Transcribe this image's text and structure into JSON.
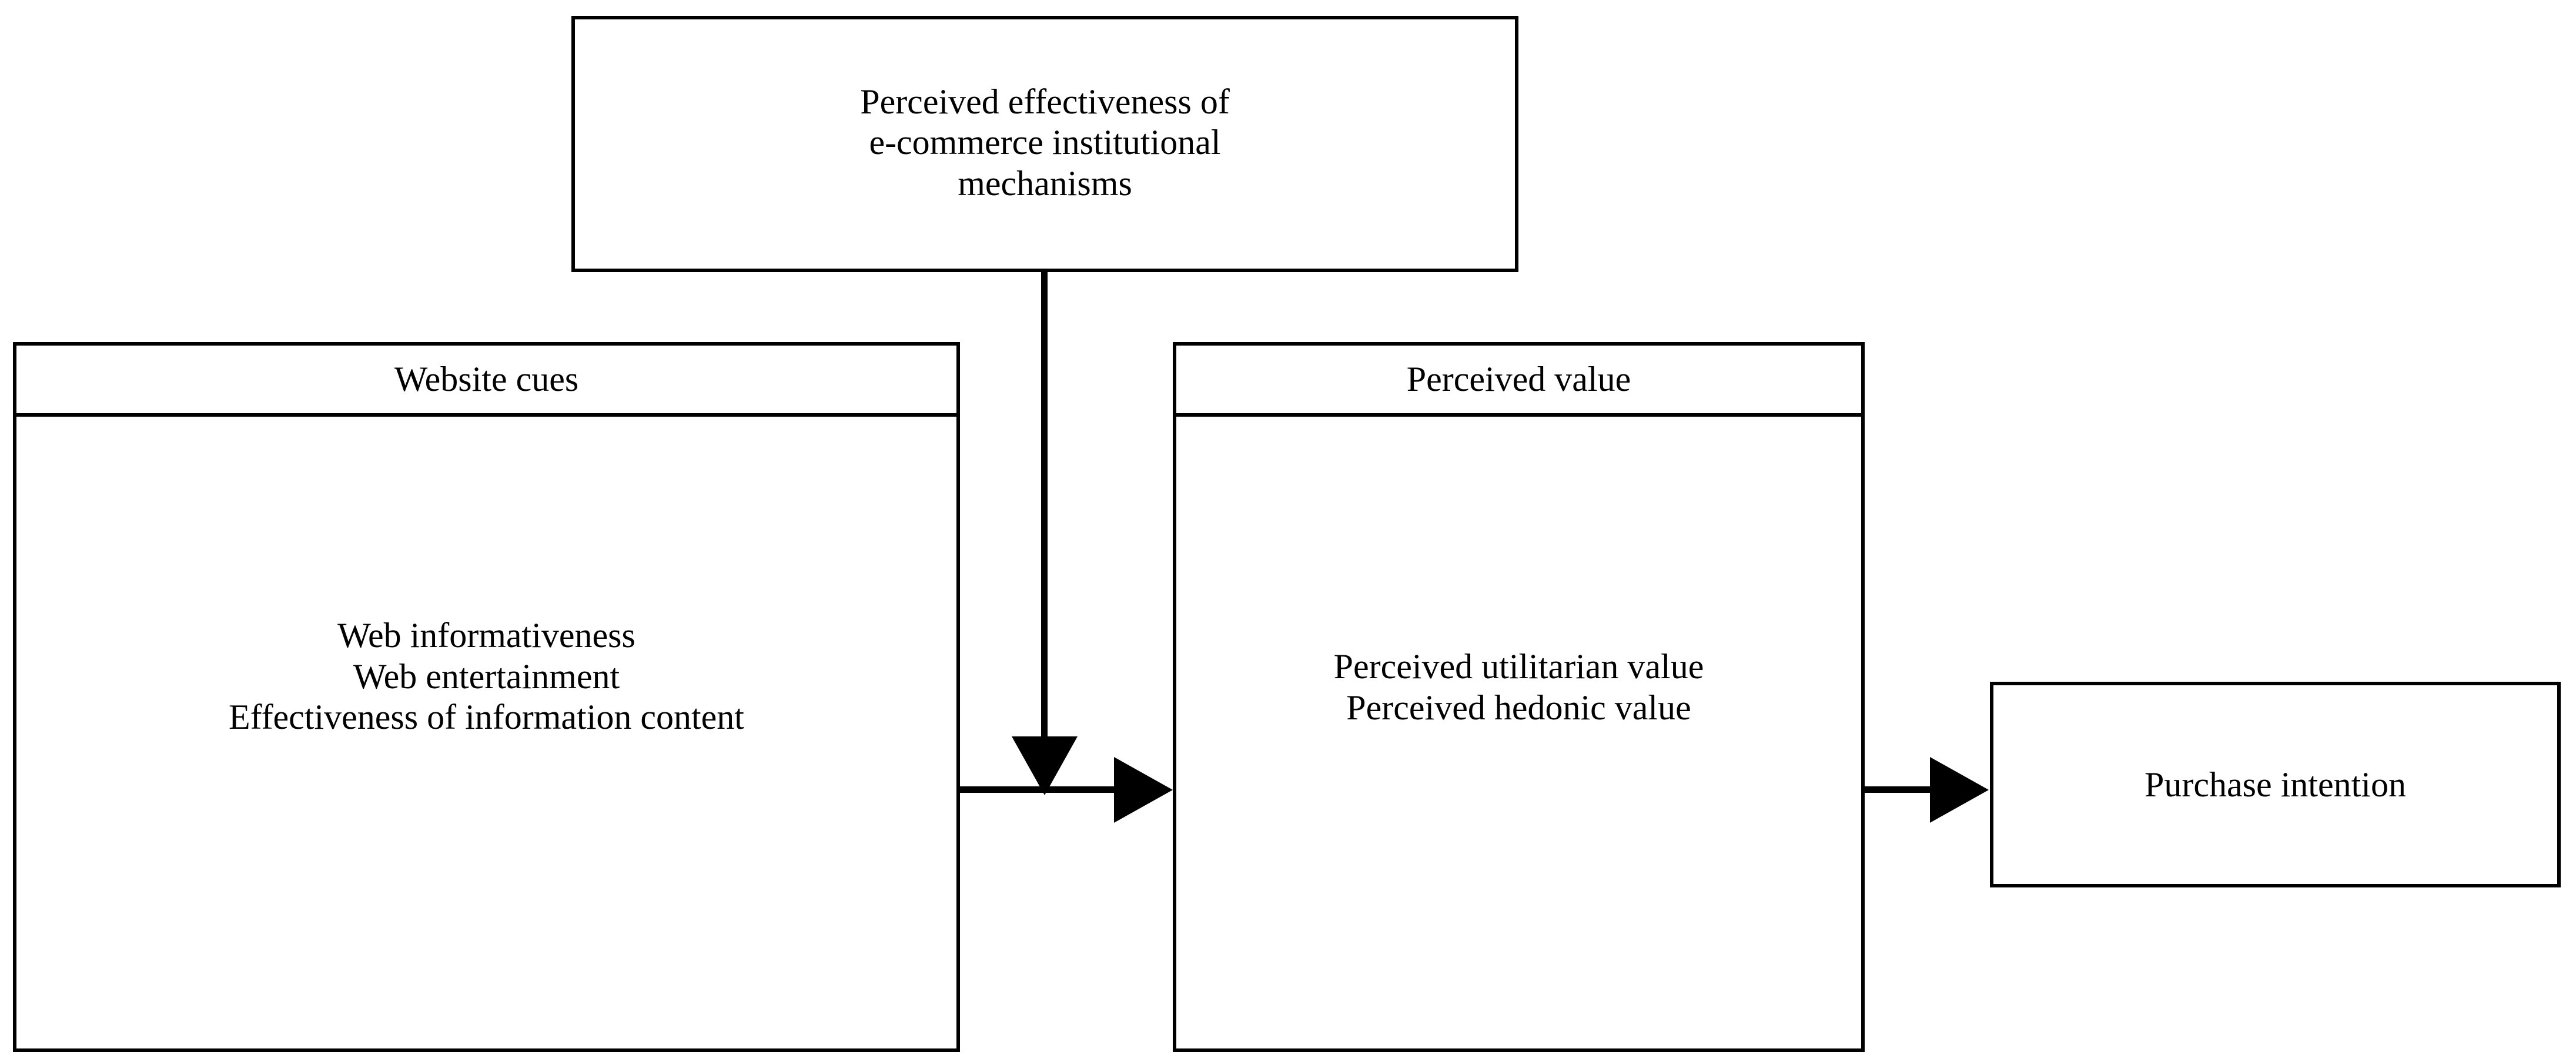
{
  "diagram": {
    "type": "conceptual-research-model",
    "background_color": "#ffffff",
    "line_color": "#000000",
    "text_color": "#000000"
  },
  "nodes": {
    "moderator": {
      "id": "perceived-effectiveness",
      "lines": [
        "Perceived effectiveness of",
        "e-commerce institutional",
        "mechanisms"
      ]
    },
    "website_cues": {
      "id": "website-cues",
      "header": "Website cues",
      "items": [
        "Web informativeness",
        "Web entertainment",
        "Effectiveness of information content"
      ]
    },
    "perceived_value": {
      "id": "perceived-value",
      "header": "Perceived value",
      "items": [
        "Perceived utilitarian value",
        "Perceived hedonic value"
      ]
    },
    "purchase_intention": {
      "id": "purchase-intention",
      "label": "Purchase intention"
    }
  },
  "connectors": [
    {
      "id": "cues-to-value",
      "from": "website-cues",
      "to": "perceived-value",
      "direction": "right",
      "style": "solid-arrow"
    },
    {
      "id": "value-to-purchase",
      "from": "perceived-value",
      "to": "purchase-intention",
      "direction": "right",
      "style": "solid-arrow"
    },
    {
      "id": "moderator-to-cues-value-link",
      "from": "perceived-effectiveness",
      "to": "cues-to-value",
      "direction": "down",
      "style": "solid-arrow",
      "role": "moderating-effect"
    }
  ]
}
